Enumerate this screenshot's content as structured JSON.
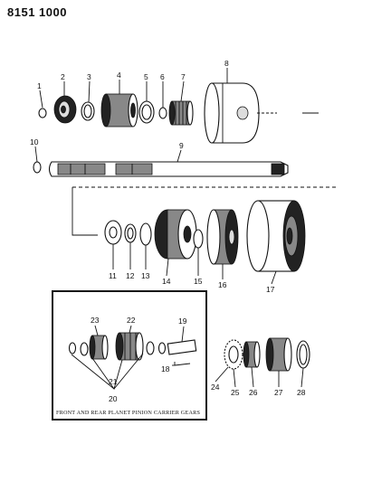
{
  "header": {
    "part_number": "8151 1000"
  },
  "callouts": {
    "c1": "1",
    "c2": "2",
    "c3": "3",
    "c4": "4",
    "c5": "5",
    "c6": "6",
    "c7": "7",
    "c8": "8",
    "c9": "9",
    "c10": "10",
    "c11": "11",
    "c12": "12",
    "c13": "13",
    "c14": "14",
    "c15": "15",
    "c16": "16",
    "c17": "17",
    "c18": "18",
    "c19": "19",
    "c20": "20",
    "c21": "21",
    "c22": "22",
    "c23": "23",
    "c24": "24",
    "c25": "25",
    "c26": "26",
    "c27": "27",
    "c28": "28"
  },
  "inset": {
    "caption": "FRONT AND REAR PLANET PINION CARRIER GEARS"
  },
  "colors": {
    "ink": "#111111",
    "paper": "#ffffff"
  }
}
